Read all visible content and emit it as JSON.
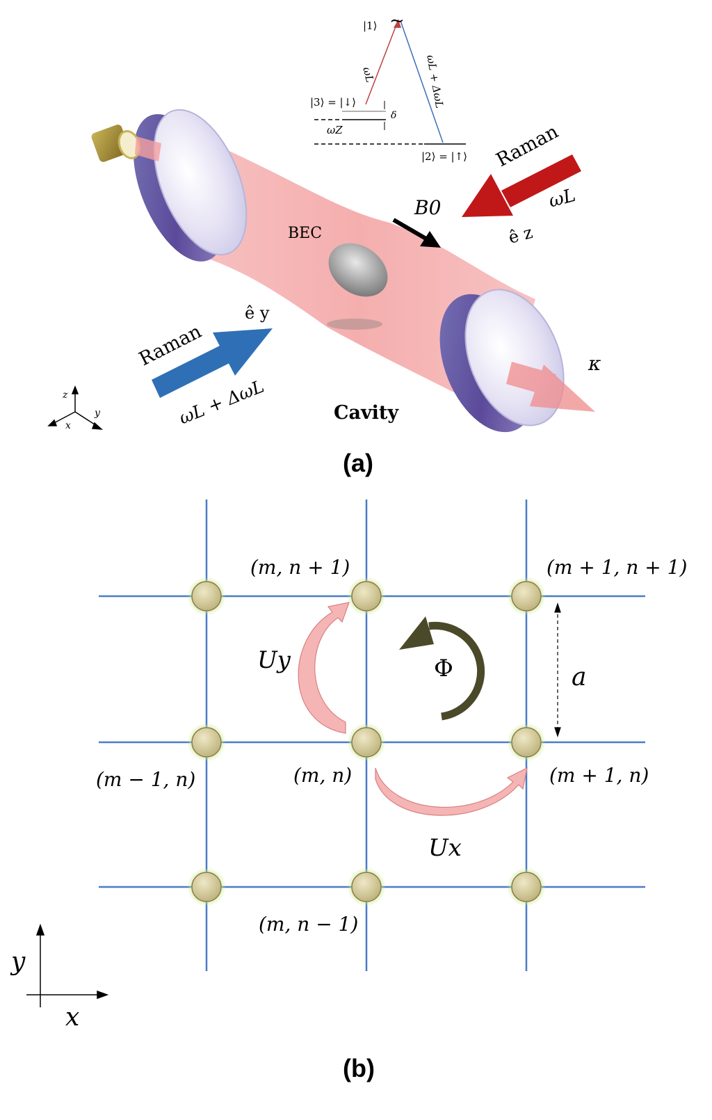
{
  "panel_a": {
    "caption": "(a)",
    "levels": {
      "state1": "|1⟩",
      "tilde": "~",
      "state3": "|3⟩ = |↓⟩",
      "state2": "|2⟩ = |↑⟩",
      "omega_z": "ωZ",
      "delta": "δ",
      "omega_l": "ωL",
      "omega_l_delta": "ωL + ΔωL"
    },
    "labels": {
      "bec": "BEC",
      "cavity": "Cavity",
      "b0": "B0",
      "kappa": "κ",
      "raman_right": "Raman",
      "omega_l_right": "ωL",
      "ez": "ê z",
      "raman_left": "Raman",
      "ey": "ê y",
      "omega_left": "ωL + ΔωL"
    },
    "axes": {
      "z": "z",
      "y": "y",
      "x": "x"
    }
  },
  "panel_b": {
    "caption": "(b)",
    "sites": {
      "m_n_plus_1": "(m, n + 1)",
      "m1_n1": "(m + 1, n + 1)",
      "m_minus_1_n": "(m − 1, n)",
      "m_n": "(m, n)",
      "m_plus_1_n": "(m + 1, n)",
      "m_n_minus_1": "(m, n − 1)"
    },
    "uy": "Uy",
    "ux": "Ux",
    "phi": "Φ",
    "a": "a",
    "axis_y": "y",
    "axis_x": "x"
  },
  "colors": {
    "grid_line": "#4a7cc7",
    "site_fill": "#d8cfa2",
    "site_glow": "#c8e88a",
    "hop_arrow": "#f5b5b5",
    "phase_arrow": "#4a4a2a",
    "beam": "#f2a0a0",
    "raman_red": "#c01818",
    "raman_blue": "#2f6fb5"
  }
}
